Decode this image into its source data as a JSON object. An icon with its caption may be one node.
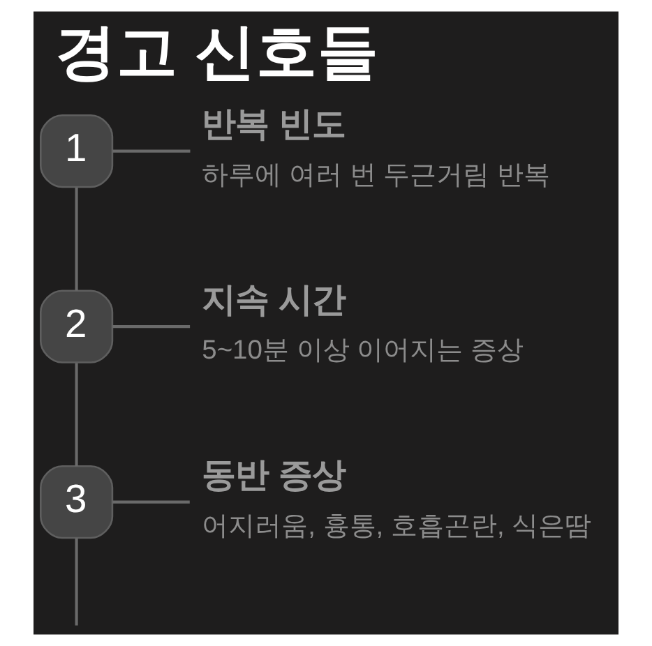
{
  "diagram": {
    "title": "경고 신호들",
    "nodes": [
      {
        "text": [
          "1"
        ]
      },
      {
        "text": [
          "반복 빈도",
          "하루에 여러 번 두근거림 반복"
        ]
      },
      {
        "text": [
          "2"
        ]
      },
      {
        "text": [
          "지속 시간",
          "5~10분 이상 이어지는 증상"
        ]
      },
      {
        "text": [
          "3"
        ]
      },
      {
        "text": [
          "동반 증상",
          "어지러움, 흉통, 호흡곤란, 식은땀"
        ]
      }
    ],
    "edges": [
      {
        "from": 0,
        "to": 1,
        "arrow": "none"
      },
      {
        "from": 0,
        "to": 2,
        "arrow": "none"
      },
      {
        "from": 2,
        "to": 3,
        "arrow": "none"
      },
      {
        "from": 2,
        "to": 4,
        "arrow": "none"
      },
      {
        "from": 4,
        "to": 5,
        "arrow": "none"
      },
      {
        "from": 4,
        "to": null,
        "arrow": "none"
      }
    ]
  }
}
